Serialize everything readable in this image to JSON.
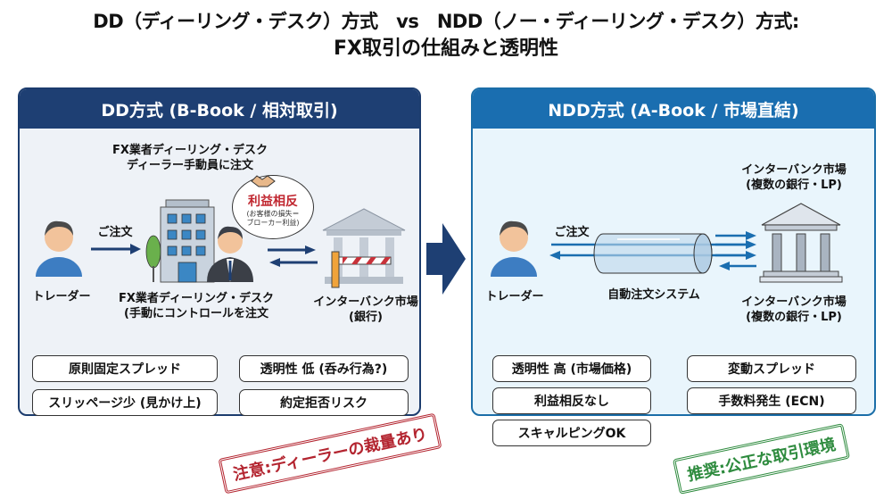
{
  "title": {
    "line1": "DD（ディーリング・デスク）方式　vs　NDD（ノー・ディーリング・デスク）方式:",
    "line2": "FX取引の仕組みと透明性"
  },
  "dd_panel": {
    "header": "DD方式 (B-Book / 相対取引)",
    "dealer_label_top_1": "FX業者ディーリング・デスク",
    "dealer_label_top_2": "ディーラー手動員に注文",
    "conflict_bubble": {
      "title": "利益相反",
      "note_1": "(お客様の損失＝",
      "note_2": "ブローカー利益)"
    },
    "order_label": "ご注文",
    "trader_label": "トレーダー",
    "dealer_label_bottom_1": "FX業者ディーリング・デスク",
    "dealer_label_bottom_2": "(手動にコントロールを注文",
    "market_label_1": "インターバンク市場",
    "market_label_2": "(銀行)",
    "features": [
      "原則固定スプレッド",
      "透明性 低 (呑み行為?)",
      "スリッページ少 (見かけ上)",
      "約定拒否リスク"
    ],
    "stamp": "注意:ディーラーの裁量あり"
  },
  "ndd_panel": {
    "header": "NDD方式 (A-Book / 市場直結)",
    "market_label_top_1": "インターバンク市場",
    "market_label_top_2": "(複数の銀行・LP)",
    "order_label": "ご注文",
    "trader_label": "トレーダー",
    "system_label": "自動注文システム",
    "market_label_bottom_1": "インターバンク市場",
    "market_label_bottom_2": "(複数の銀行・LP)",
    "features": [
      "透明性 高 (市場価格)",
      "変動スプレッド",
      "利益相反なし",
      "手数料発生 (ECN)",
      "スキャルピングOK"
    ],
    "stamp": "推奨:公正な取引環境"
  },
  "colors": {
    "dd_header": "#1e3f73",
    "ndd_header": "#1a6eb0",
    "warning_red": "#b3242f",
    "recommend_green": "#2e8b3e",
    "arrow_navy": "#1e3f73",
    "arrow_blue": "#1a6eb0"
  }
}
